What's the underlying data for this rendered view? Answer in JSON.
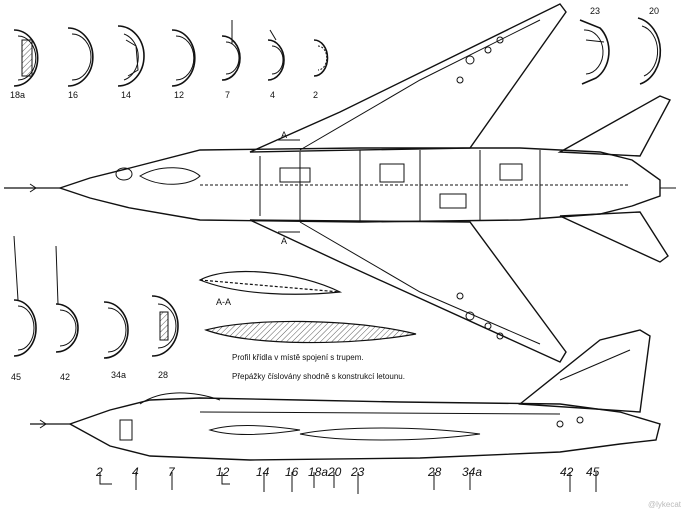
{
  "top_frame_labels": [
    "18a",
    "16",
    "14",
    "12",
    "7",
    "4",
    "2"
  ],
  "right_frame_labels": [
    "23",
    "20"
  ],
  "left_frame_labels": [
    "45",
    "42",
    "34a",
    "28"
  ],
  "section_marks": {
    "a1": "A",
    "a2": "A",
    "section": "A-A"
  },
  "captions": {
    "profile": "Profil křídla v místě spojení s trupem.",
    "frames": "Přepážky číslovány shodně s konstrukcí letounu."
  },
  "bottom_frame_numbers": [
    "2",
    "4",
    "7",
    "12",
    "14",
    "16",
    "18a",
    "20",
    "23",
    "28",
    "34a",
    "42",
    "45"
  ],
  "watermark": "@lykecat",
  "colors": {
    "ink": "#111111",
    "hatch": "#333333",
    "paper": "#ffffff"
  }
}
